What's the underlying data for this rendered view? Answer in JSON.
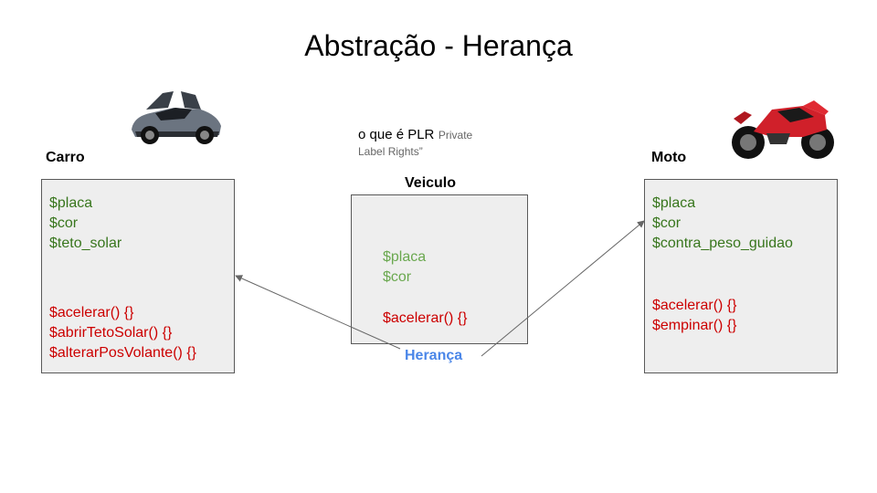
{
  "title": "Abstração - Herança",
  "note": {
    "main": "o que é PLR",
    "small_1": "Private",
    "small_2": "Label Rights”"
  },
  "colors": {
    "attribute": "#38761d",
    "attribute_light": "#6aa84f",
    "method": "#cc0000",
    "heranca": "#4a86e8",
    "box_fill": "#eeeeee"
  },
  "icons": {
    "carro": "sports-car-image",
    "moto": "motorcycle-image"
  },
  "carro": {
    "label": "Carro",
    "attributes": [
      "$placa",
      "$cor",
      "$teto_solar"
    ],
    "methods": [
      "$acelerar() {}",
      "$abrirTetoSolar() {}",
      "$alterarPosVolante() {}"
    ]
  },
  "veiculo": {
    "label": "Veiculo",
    "attributes": [
      "$placa",
      "$cor"
    ],
    "methods": [
      "$acelerar() {}"
    ]
  },
  "moto": {
    "label": "Moto",
    "attributes": [
      "$placa",
      "$cor",
      "$contra_peso_guidao"
    ],
    "methods": [
      "$acelerar() {}",
      "$empinar() {}"
    ]
  },
  "relation_label": "Herança"
}
